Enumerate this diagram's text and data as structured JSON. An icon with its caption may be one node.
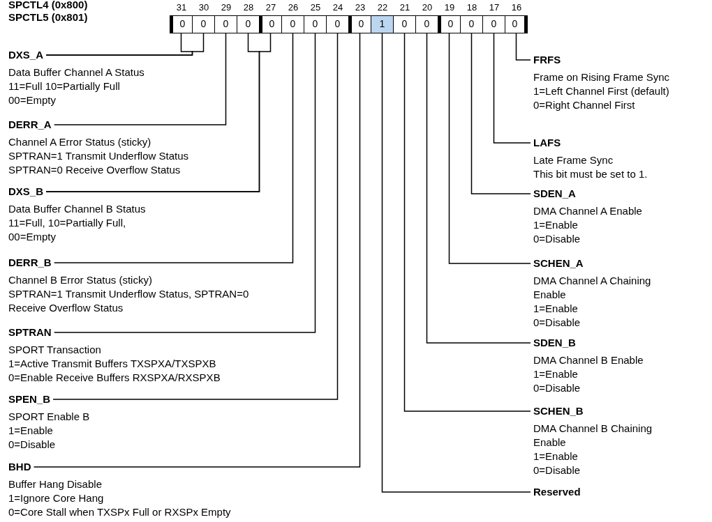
{
  "diagram": {
    "nodes": [
      {
        "text": [
          "0"
        ]
      },
      {
        "text": [
          "0"
        ]
      },
      {
        "text": [
          "0"
        ]
      },
      {
        "text": [
          "0"
        ]
      },
      {
        "text": [
          "0"
        ]
      },
      {
        "text": [
          "0"
        ]
      },
      {
        "text": [
          "0"
        ]
      },
      {
        "text": [
          "0"
        ]
      },
      {
        "text": [
          "0"
        ]
      },
      {
        "text": [
          "1"
        ]
      },
      {
        "text": [
          "0"
        ]
      },
      {
        "text": [
          "0"
        ]
      },
      {
        "text": [
          "0"
        ]
      },
      {
        "text": [
          "0"
        ]
      },
      {
        "text": [
          "0"
        ]
      },
      {
        "text": [
          "0"
        ]
      },
      {
        "text": [
          "DXS_A"
        ],
        "beside": [
          "Data Buffer Channel A Status",
          "11=Full 10=Partially Full",
          "00=Empty"
        ]
      },
      {
        "text": [
          "DERR_A"
        ],
        "beside": [
          "Channel A Error Status (sticky)",
          "SPTRAN=1 Transmit Underflow Status",
          "SPTRAN=0 Receive Overflow Status"
        ]
      },
      {
        "text": [
          "DXS_B"
        ],
        "beside": [
          "Data Buffer Channel B Status",
          "11=Full, 10=Partially Full, 00=Empty"
        ]
      },
      {
        "text": [
          "DERR_B"
        ],
        "beside": [
          "Channel B Error Status (sticky)",
          "SPTRAN=1 Transmit Underflow Status, SPTRAN=0 Receive Overflow Status"
        ]
      },
      {
        "text": [
          "SPTRAN"
        ],
        "beside": [
          "SPORT Transaction",
          "1=Active Transmit Buffers TXSPXA/TXSPXB",
          "0=Enable Receive Buffers RXSPXA/RXSPXB"
        ]
      },
      {
        "text": [
          "SPEN_B"
        ],
        "beside": [
          "SPORT Enable B",
          "1=Enable",
          "0=Disable"
        ]
      },
      {
        "text": [
          "BHD"
        ],
        "beside": [
          "Buffer Hang Disable",
          "1=Ignore Core Hang",
          "0=Core Stall when TXSPx Full or RXSPx Empty"
        ]
      },
      {
        "text": [
          "FRFS"
        ],
        "beside": [
          "Frame on Rising Frame Sync",
          "1=Left Channel First (default)",
          "0=Right Channel First"
        ]
      },
      {
        "text": [
          "LAFS"
        ],
        "beside": [
          "Late Frame Sync",
          "This bit must be set to 1."
        ]
      },
      {
        "text": [
          "SDEN_A"
        ],
        "beside": [
          "DMA Channel A Enable",
          "1=Enable",
          "0=Disable"
        ]
      },
      {
        "text": [
          "SCHEN_A"
        ],
        "beside": [
          "DMA Channel A Chaining Enable",
          "1=Enable",
          "0=Disable"
        ]
      },
      {
        "text": [
          "SDEN_B"
        ],
        "beside": [
          "DMA Channel B Enable",
          "1=Enable",
          "0=Disable"
        ]
      },
      {
        "text": [
          "SCHEN_B"
        ],
        "beside": [
          "DMA Channel B Chaining Enable",
          "1=Enable",
          "0=Disable"
        ]
      },
      {
        "text": [
          "Reserved"
        ]
      }
    ],
    "edges": [
      {
        "from": 16,
        "to": 0,
        "arrow": "none"
      },
      {
        "from": 16,
        "to": 1,
        "arrow": "none"
      },
      {
        "from": 17,
        "to": 2,
        "arrow": "none"
      },
      {
        "from": 18,
        "to": 3,
        "arrow": "none"
      },
      {
        "from": 18,
        "to": 4,
        "arrow": "none"
      },
      {
        "from": 19,
        "to": 5,
        "arrow": "none"
      },
      {
        "from": 20,
        "to": 6,
        "arrow": "none"
      },
      {
        "from": 21,
        "to": 7,
        "arrow": "none"
      },
      {
        "from": 22,
        "to": 8,
        "arrow": "none"
      },
      {
        "from": 29,
        "to": 9,
        "arrow": "none"
      },
      {
        "from": 28,
        "to": 10,
        "arrow": "none"
      },
      {
        "from": 27,
        "to": 11,
        "arrow": "none"
      },
      {
        "from": 26,
        "to": 12,
        "arrow": "none"
      },
      {
        "from": 25,
        "to": 13,
        "arrow": "none"
      },
      {
        "from": 24,
        "to": 14,
        "arrow": "none"
      },
      {
        "from": 23,
        "to": 15,
        "arrow": "none"
      }
    ],
    "labels": [
      "SPCTL4 (0x800)",
      "SPCTL5 (0x801)",
      "31",
      "30",
      "29",
      "28",
      "27",
      "26",
      "25",
      "24",
      "23",
      "22",
      "21",
      "20",
      "19",
      "18",
      "17",
      "16"
    ]
  }
}
